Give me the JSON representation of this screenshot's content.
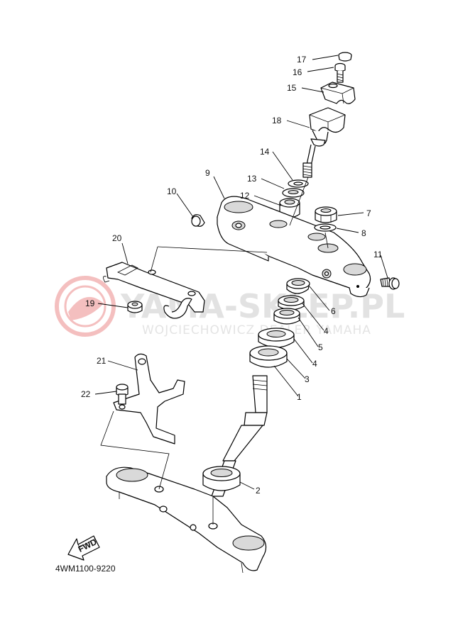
{
  "diagram": {
    "part_code": "4WM1100-9220",
    "direction_label": "FWD",
    "watermark": {
      "main": "YAMA-SKLEP.PL",
      "sub": "WOJCIECHOWICZ DEALER YAMAHA"
    },
    "callouts": [
      {
        "id": "c17",
        "label": "17"
      },
      {
        "id": "c16",
        "label": "16"
      },
      {
        "id": "c15",
        "label": "15"
      },
      {
        "id": "c18",
        "label": "18"
      },
      {
        "id": "c14",
        "label": "14"
      },
      {
        "id": "c13",
        "label": "13"
      },
      {
        "id": "c12",
        "label": "12"
      },
      {
        "id": "c9",
        "label": "9"
      },
      {
        "id": "c10",
        "label": "10"
      },
      {
        "id": "c7",
        "label": "7"
      },
      {
        "id": "c8",
        "label": "8"
      },
      {
        "id": "c20",
        "label": "20"
      },
      {
        "id": "c11",
        "label": "11"
      },
      {
        "id": "c19",
        "label": "19"
      },
      {
        "id": "c6",
        "label": "6"
      },
      {
        "id": "c4a",
        "label": "4"
      },
      {
        "id": "c5",
        "label": "5"
      },
      {
        "id": "c4b",
        "label": "4"
      },
      {
        "id": "c3",
        "label": "3"
      },
      {
        "id": "c21",
        "label": "21"
      },
      {
        "id": "c1",
        "label": "1"
      },
      {
        "id": "c22",
        "label": "22"
      },
      {
        "id": "c2",
        "label": "2"
      }
    ]
  }
}
